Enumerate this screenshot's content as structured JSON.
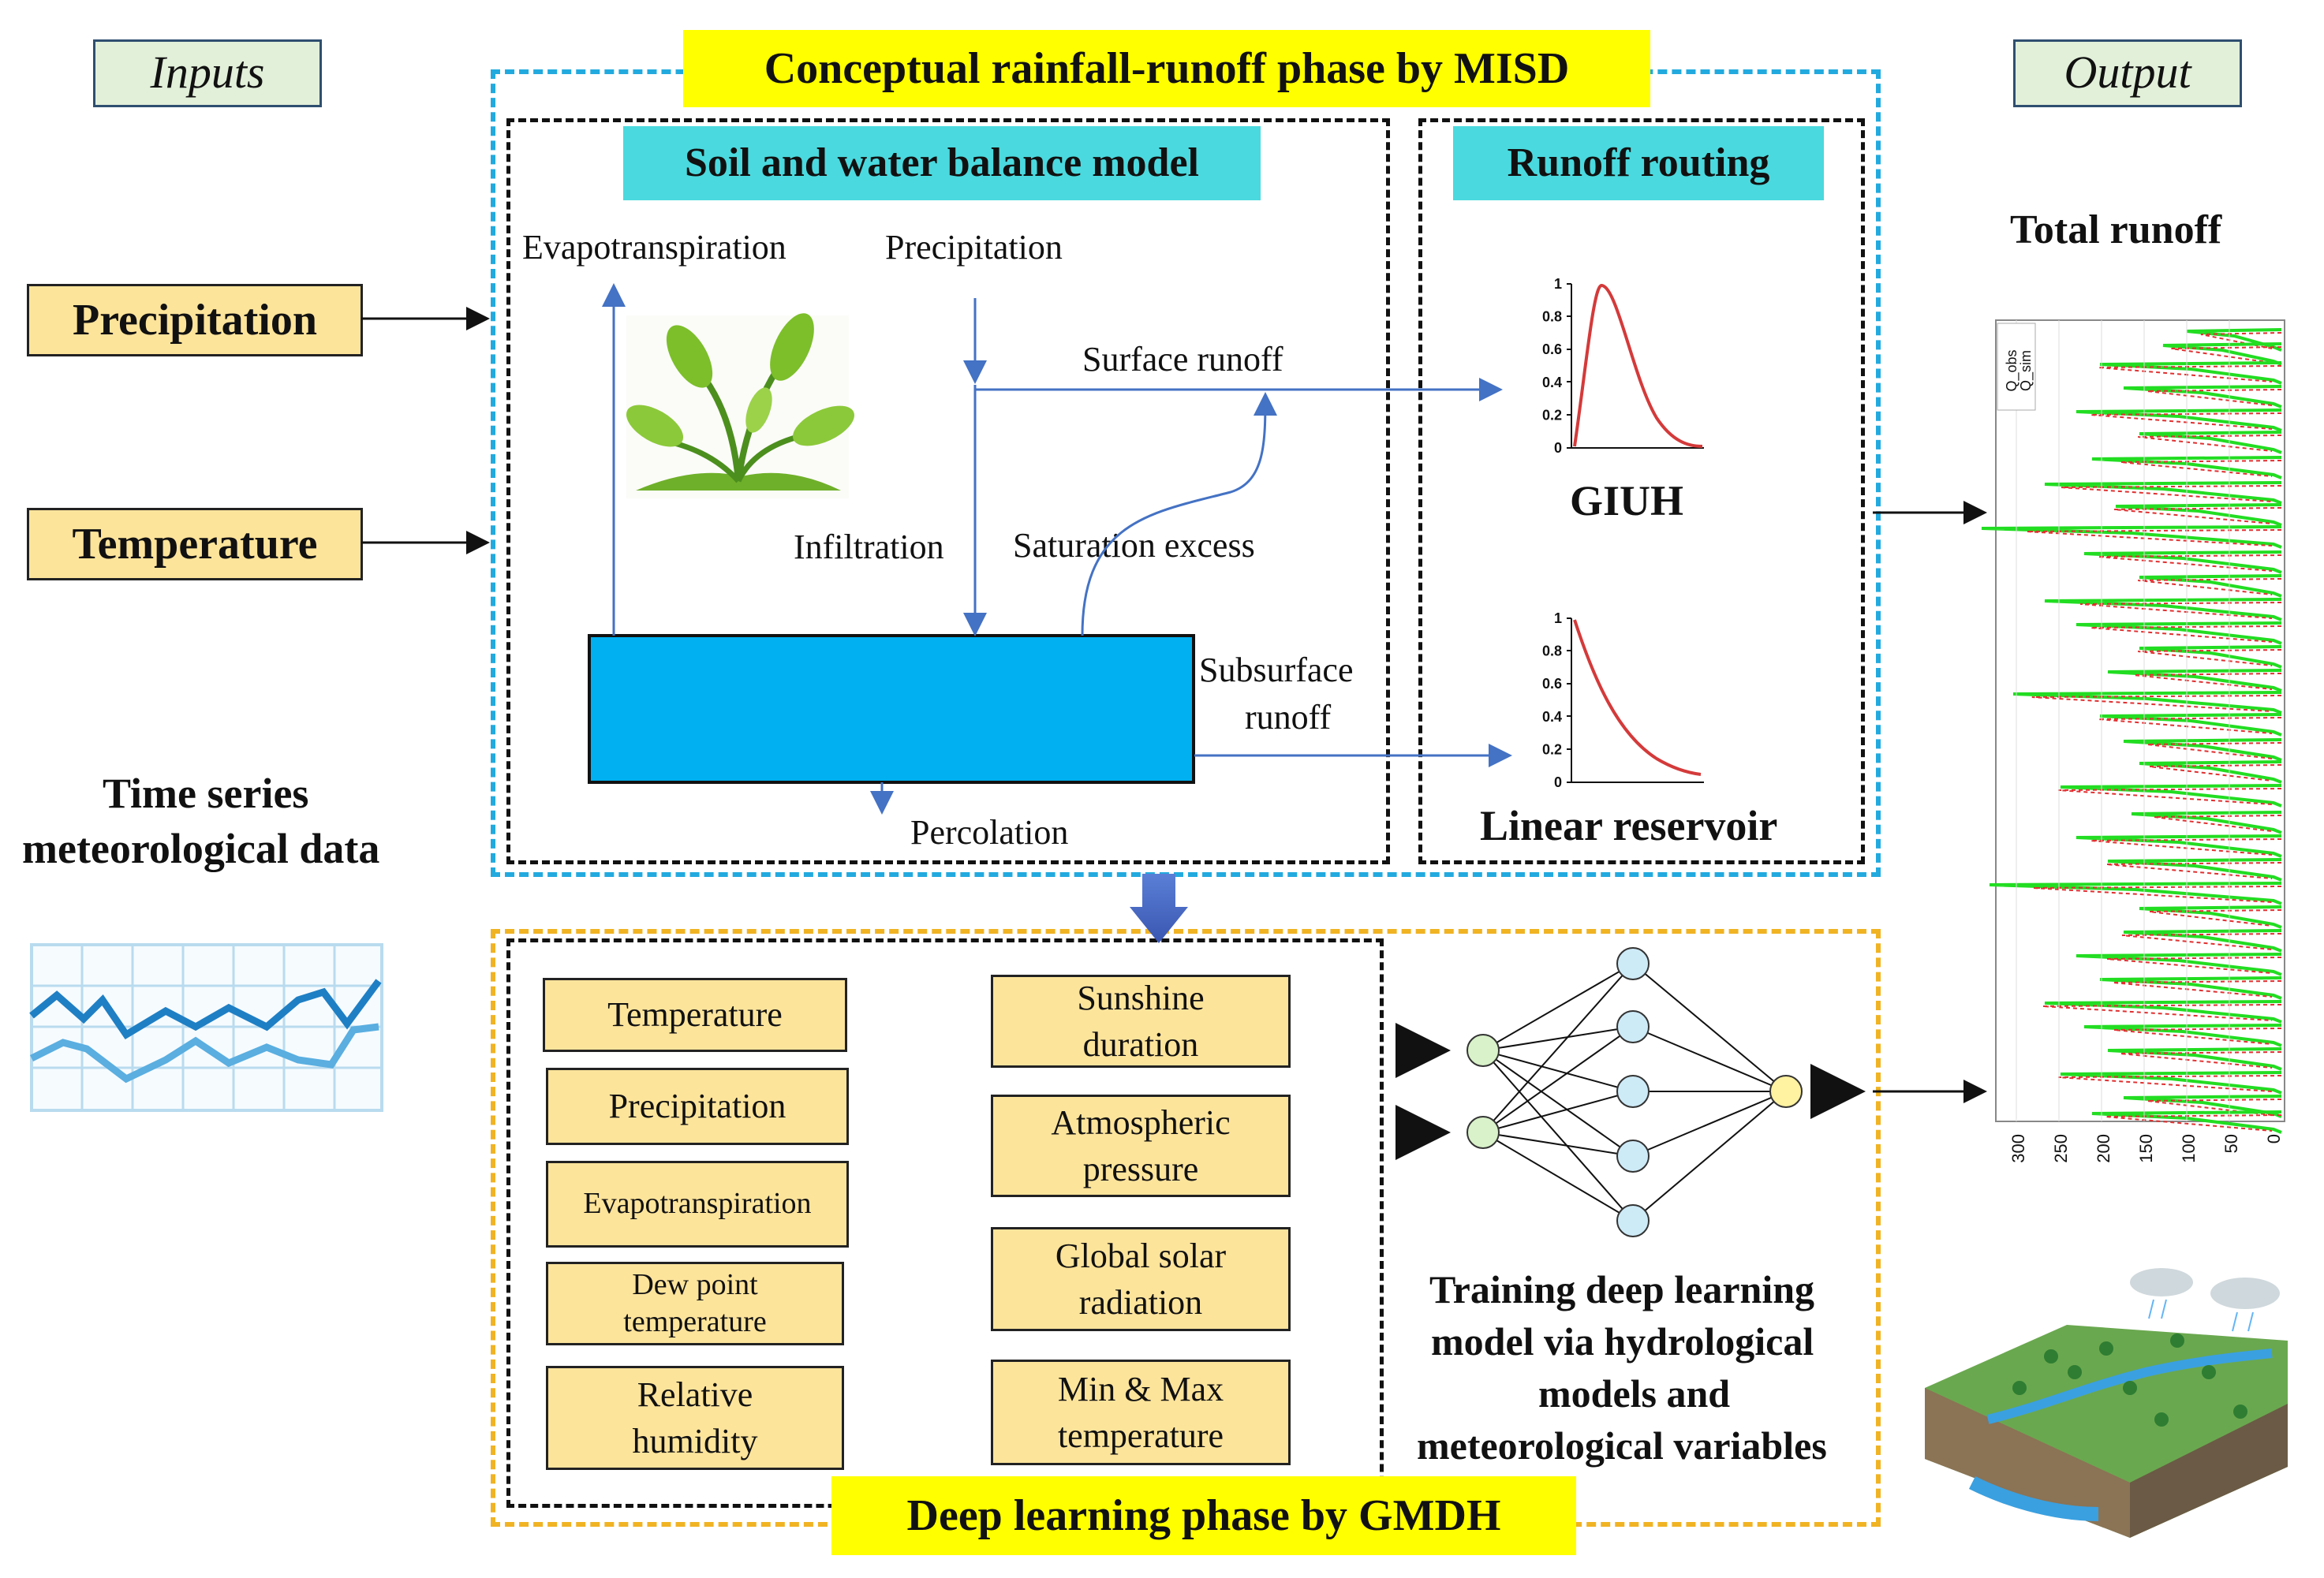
{
  "inputs_label": "Inputs",
  "output_label": "Output",
  "top_phase_title": "Conceptual rainfall-runoff phase by MISD",
  "soil_title": "Soil and water balance model",
  "routing_title": "Runoff routing",
  "bottom_phase_title": "Deep learning phase by GMDH",
  "input_precipitation": "Precipitation",
  "input_temperature": "Temperature",
  "time_series_line1": "Time series",
  "time_series_line2": "meteorological data",
  "soil": {
    "evapotranspiration": "Evapotranspiration",
    "precipitation": "Precipitation",
    "surface_runoff": "Surface runoff",
    "infiltration": "Infiltration",
    "saturation_excess": "Saturation excess",
    "subsurface_line1": "Subsurface",
    "subsurface_line2": "runoff",
    "percolation": "Percolation"
  },
  "routing": {
    "giuh": "GIUH",
    "linear_reservoir": "Linear reservoir",
    "axis_ticks": [
      "1",
      "0.8",
      "0.6",
      "0.4",
      "0.2",
      "0"
    ]
  },
  "total_runoff": "Total runoff",
  "output_chart": {
    "axis_ticks": [
      "300",
      "250",
      "200",
      "150",
      "100",
      "50",
      "0"
    ],
    "legend": [
      "Q_obs",
      "Q_sim"
    ],
    "colors": {
      "obs": "#22dd22",
      "sim": "#e03030"
    }
  },
  "variables_left": [
    "Temperature",
    "Precipitation",
    "Evapotranspiration",
    "Dew point temperature",
    "Relative humidity"
  ],
  "variables_right": [
    "Sunshine duration",
    "Atmospheric pressure",
    "Global solar radiation",
    "Min & Max temperature"
  ],
  "training_text": [
    "Training deep learning",
    "model via hydrological",
    "models and",
    "meteorological variables"
  ],
  "colors": {
    "reservoir": "#00b0f0",
    "input_fill": "#fde49b",
    "cyan_title": "#4ad9de",
    "yellow_title": "#ffff00",
    "node_green": "#d9f2c9",
    "node_blue": "#cdeaf7",
    "node_yellow": "#fff2a0"
  }
}
